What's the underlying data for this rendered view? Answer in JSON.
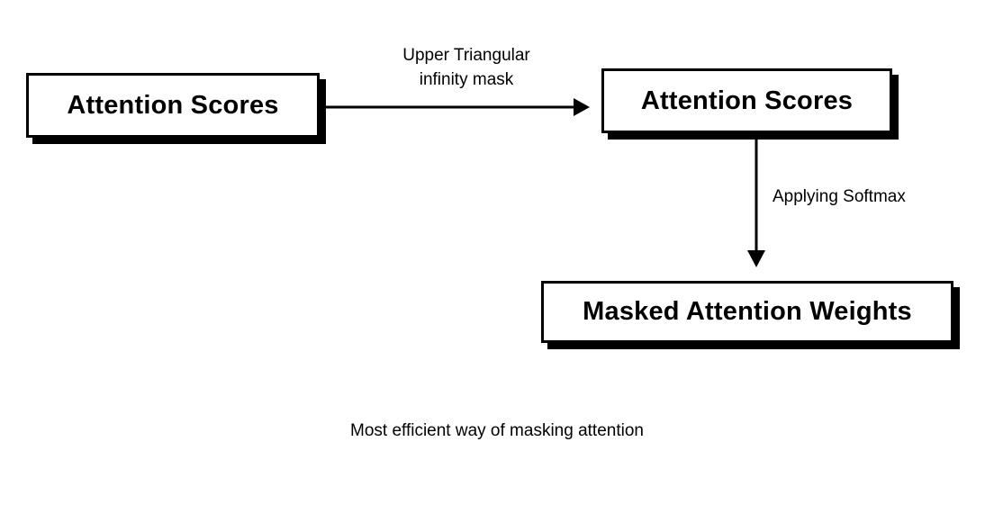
{
  "diagram": {
    "title": "Most efficient way of masking attention",
    "background_color": "#ffffff",
    "stroke_color": "#000000",
    "nodes": [
      {
        "id": "attention-scores-input",
        "label": "Attention Scores"
      },
      {
        "id": "attention-scores-masked",
        "label": "Attention Scores"
      },
      {
        "id": "masked-attention-weights",
        "label": "Masked Attention Weights"
      }
    ],
    "edges": [
      {
        "id": "mask-edge",
        "from": "attention-scores-input",
        "to": "attention-scores-masked",
        "label": "Upper Triangular\ninfinity mask",
        "direction": "right"
      },
      {
        "id": "softmax-edge",
        "from": "attention-scores-masked",
        "to": "masked-attention-weights",
        "label": "Applying Softmax",
        "direction": "down"
      }
    ],
    "caption": "Most efficient way of masking attention"
  }
}
